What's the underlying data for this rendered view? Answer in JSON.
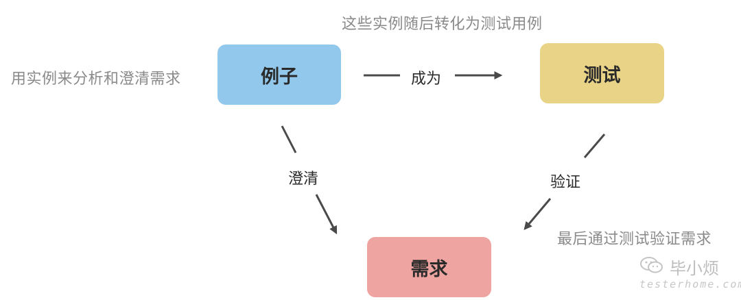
{
  "annotations": {
    "top": "这些实例随后转化为测试用例",
    "left": "用实例来分析和澄清需求",
    "bottom_right": "最后通过测试验证需求"
  },
  "nodes": {
    "example": "例子",
    "test": "测试",
    "requirement": "需求"
  },
  "edges": {
    "becomes": "成为",
    "clarify": "澄清",
    "verify": "验证"
  },
  "watermark": {
    "name": "毕小烦",
    "domain": "testerhome.com"
  },
  "colors": {
    "example_node": "#92c8ec",
    "test_node": "#e8d387",
    "requirement_node": "#eea4a1",
    "arrow": "#4a4a4a",
    "caption": "#8a8a8a"
  }
}
